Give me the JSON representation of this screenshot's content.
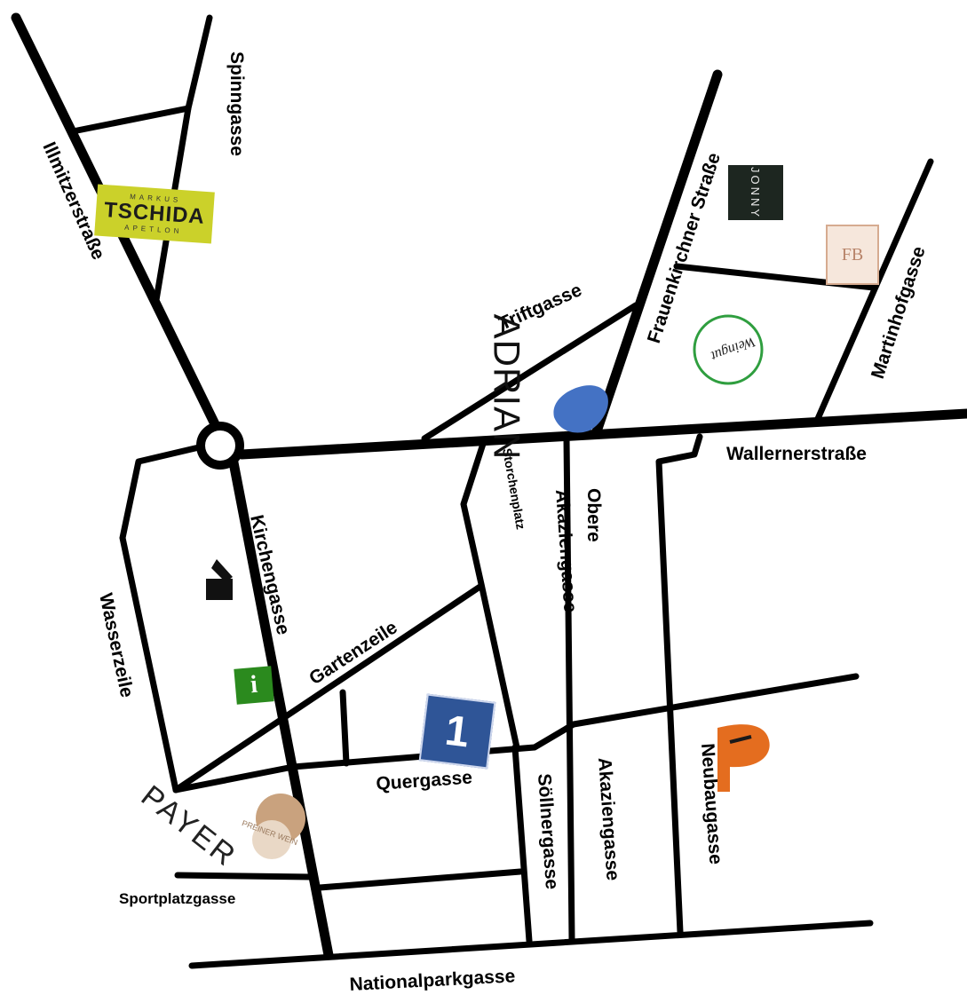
{
  "streets": {
    "illmitzerstrasse": "Illmitzerstraße",
    "spinngasse": "Spinngasse",
    "triftgasse": "Triftgasse",
    "frauenkirchner_strasse": "Frauenkirchner Straße",
    "martinhofgasse": "Martinhofgasse",
    "wallernerstrasse": "Wallernerstraße",
    "storchenplatz": "Storchenplatz",
    "akaziengasse_upper": "Akaziengasse",
    "obere": "Obere",
    "kirchengasse": "Kirchengasse",
    "wasserzeile": "Wasserzeile",
    "gartenzeile": "Gartenzeile",
    "quergasse": "Quergasse",
    "soellnergasse": "Söllnergasse",
    "akaziengasse_lower": "Akaziengasse",
    "neubaugasse": "Neubaugasse",
    "sportplatzgasse": "Sportplatzgasse",
    "nationalparkgasse": "Nationalparkgasse"
  },
  "logos": {
    "tschida": {
      "top": "MARKUS",
      "main": "TSCHIDA",
      "bottom": "APETLON",
      "color": "#cbd12a"
    },
    "jonny": {
      "text": "JONNY",
      "color": "#1d2620"
    },
    "fb": {
      "text": "FB"
    },
    "adrian": {
      "text": "ADRIAN"
    },
    "info": {
      "text": "i",
      "color": "#2b8a1e"
    },
    "one": {
      "text": "1",
      "color": "#2f5597"
    },
    "payer": {
      "text": "PAYER"
    },
    "preiner": {
      "text": "PREINER WEIN"
    },
    "weingut": {
      "text": "Weingut"
    }
  },
  "colors": {
    "road": "#000000",
    "pond": "#4472c4",
    "background": "#ffffff"
  }
}
